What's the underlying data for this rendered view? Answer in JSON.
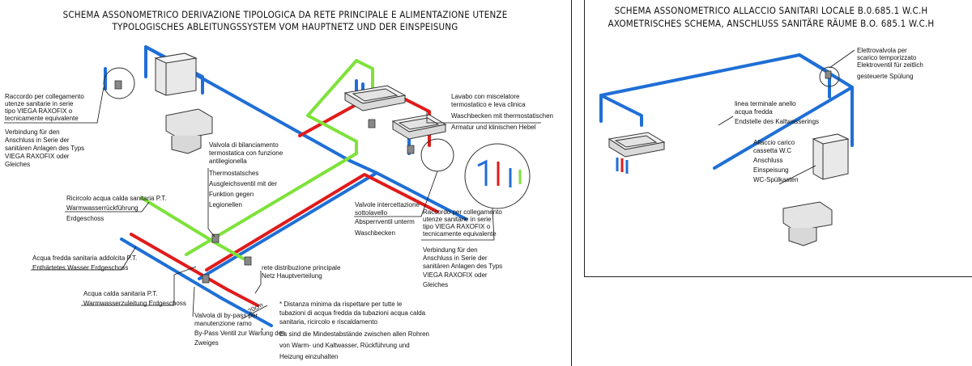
{
  "left": {
    "title_it": "SCHEMA ASSONOMETRICO DERIVAZIONE TIPOLOGICA DA RETE PRINCIPALE E ALIMENTAZIONE UTENZE",
    "title_de": "TYPOLOGISCHES ABLEITUNGSSYSTEM VOM HAUPTNETZ UND DER EINSPEISUNG",
    "raccordo_it": [
      "Raccordo per collegamento",
      "utenze sanitarie in serie",
      "tipo VIEGA RAXOFIX o",
      "tecnicamente equivalente"
    ],
    "raccordo_de": [
      "Verbindung für den",
      "Anschluss in Serie der",
      "sanitären Anlagen des Typs",
      "VIEGA RAXOFIX oder",
      "Gleiches"
    ],
    "lavabo_it": [
      "Lavabo con miscelatore",
      "termostatico e leva clinica"
    ],
    "lavabo_de": [
      "Waschbecken mit thermostatischen",
      "Armatur und klinischen Hebel"
    ],
    "valvola_bil_it": [
      "Valvola di bilanciamento",
      "termostatica con funzione",
      "antilegionella"
    ],
    "valvola_bil_de": [
      "Thermostatsches",
      "Ausgleichsventil mit der",
      "Funktion gegen",
      "Legionellen"
    ],
    "ricircolo_it": "Ricircolo acqua calda sanitaria P.T.",
    "ricircolo_de": [
      "Warmwasserrückführung",
      "Erdgeschoss"
    ],
    "fredda_it": "Acqua fredda sanitaria addolcita P.T.",
    "fredda_de": "Enthärtetes Wasser Erdgeschoss",
    "calda_it": "Acqua calda sanitaria P.T.",
    "calda_de": "Warmwasserzuleitung Erdgeschoss",
    "intercettazione_it": [
      "Valvole intercettazione",
      "sottolavello"
    ],
    "intercettazione_de": [
      "Absperrventil unterm",
      "Waschbecken"
    ],
    "raccordo2_it": [
      "Raccordo per collegamento",
      "utenze sanitarie in serie",
      "tipo VIEGA RAXOFIX o",
      "tecnicamente equivalente"
    ],
    "raccordo2_de": [
      "Verbindung für den",
      "Anschluss in Serie der",
      "sanitären Anlagen des Typs",
      "VIEGA RAXOFIX oder",
      "Gleiches"
    ],
    "rete_it": "rete distribuzione principale",
    "rete_de": "Netz Hauptverteilung",
    "bypass_it": [
      "Valvola di by-pass per",
      "manutenzione ramo"
    ],
    "bypass_de": [
      "By-Pass Ventil zur Wartung des",
      "Zweiges"
    ],
    "dim": "20cm",
    "note_it": [
      "* Distanza minima da rispettare per tutte le",
      "tubazioni di acqua fredda da tubazioni acqua calda",
      "sanitaria, ricircolo e riscaldamento"
    ],
    "note_de": [
      "Es sind die Mindestabstände zwischen allen Rohren",
      "von Warm- und Kaltwasser, Rückführung und",
      "Heizung einzuhalten"
    ]
  },
  "right": {
    "title_it": "SCHEMA ASSONOMETRICO ALLACCIO SANITARI LOCALE B.0.685.1 W.C.H",
    "title_de": "AXOMETRISCHES SCHEMA, ANSCHLUSS SANITÄRE RÄUME B.O. 685.1 W.C.H",
    "elettro_it": [
      "Elettrovalvola per",
      "scarico temporizzato"
    ],
    "elettro_de": [
      "Elektroventil für zeitlich",
      "gesteuerte Spülung"
    ],
    "linea_it": [
      "linea terminale anello",
      "acqua fredda"
    ],
    "linea_de": "Endstelle des Kaltwasserings",
    "allaccio_it": [
      "Allaccio carico",
      "cassetta W.C"
    ],
    "allaccio_de": [
      "Anschluss",
      "Einspeisung",
      "WC-Spülkasten"
    ]
  },
  "colors": {
    "cold": "#1f6fd6",
    "hot": "#e01b1b",
    "recirc": "#7ee23a",
    "line": "#111111"
  }
}
